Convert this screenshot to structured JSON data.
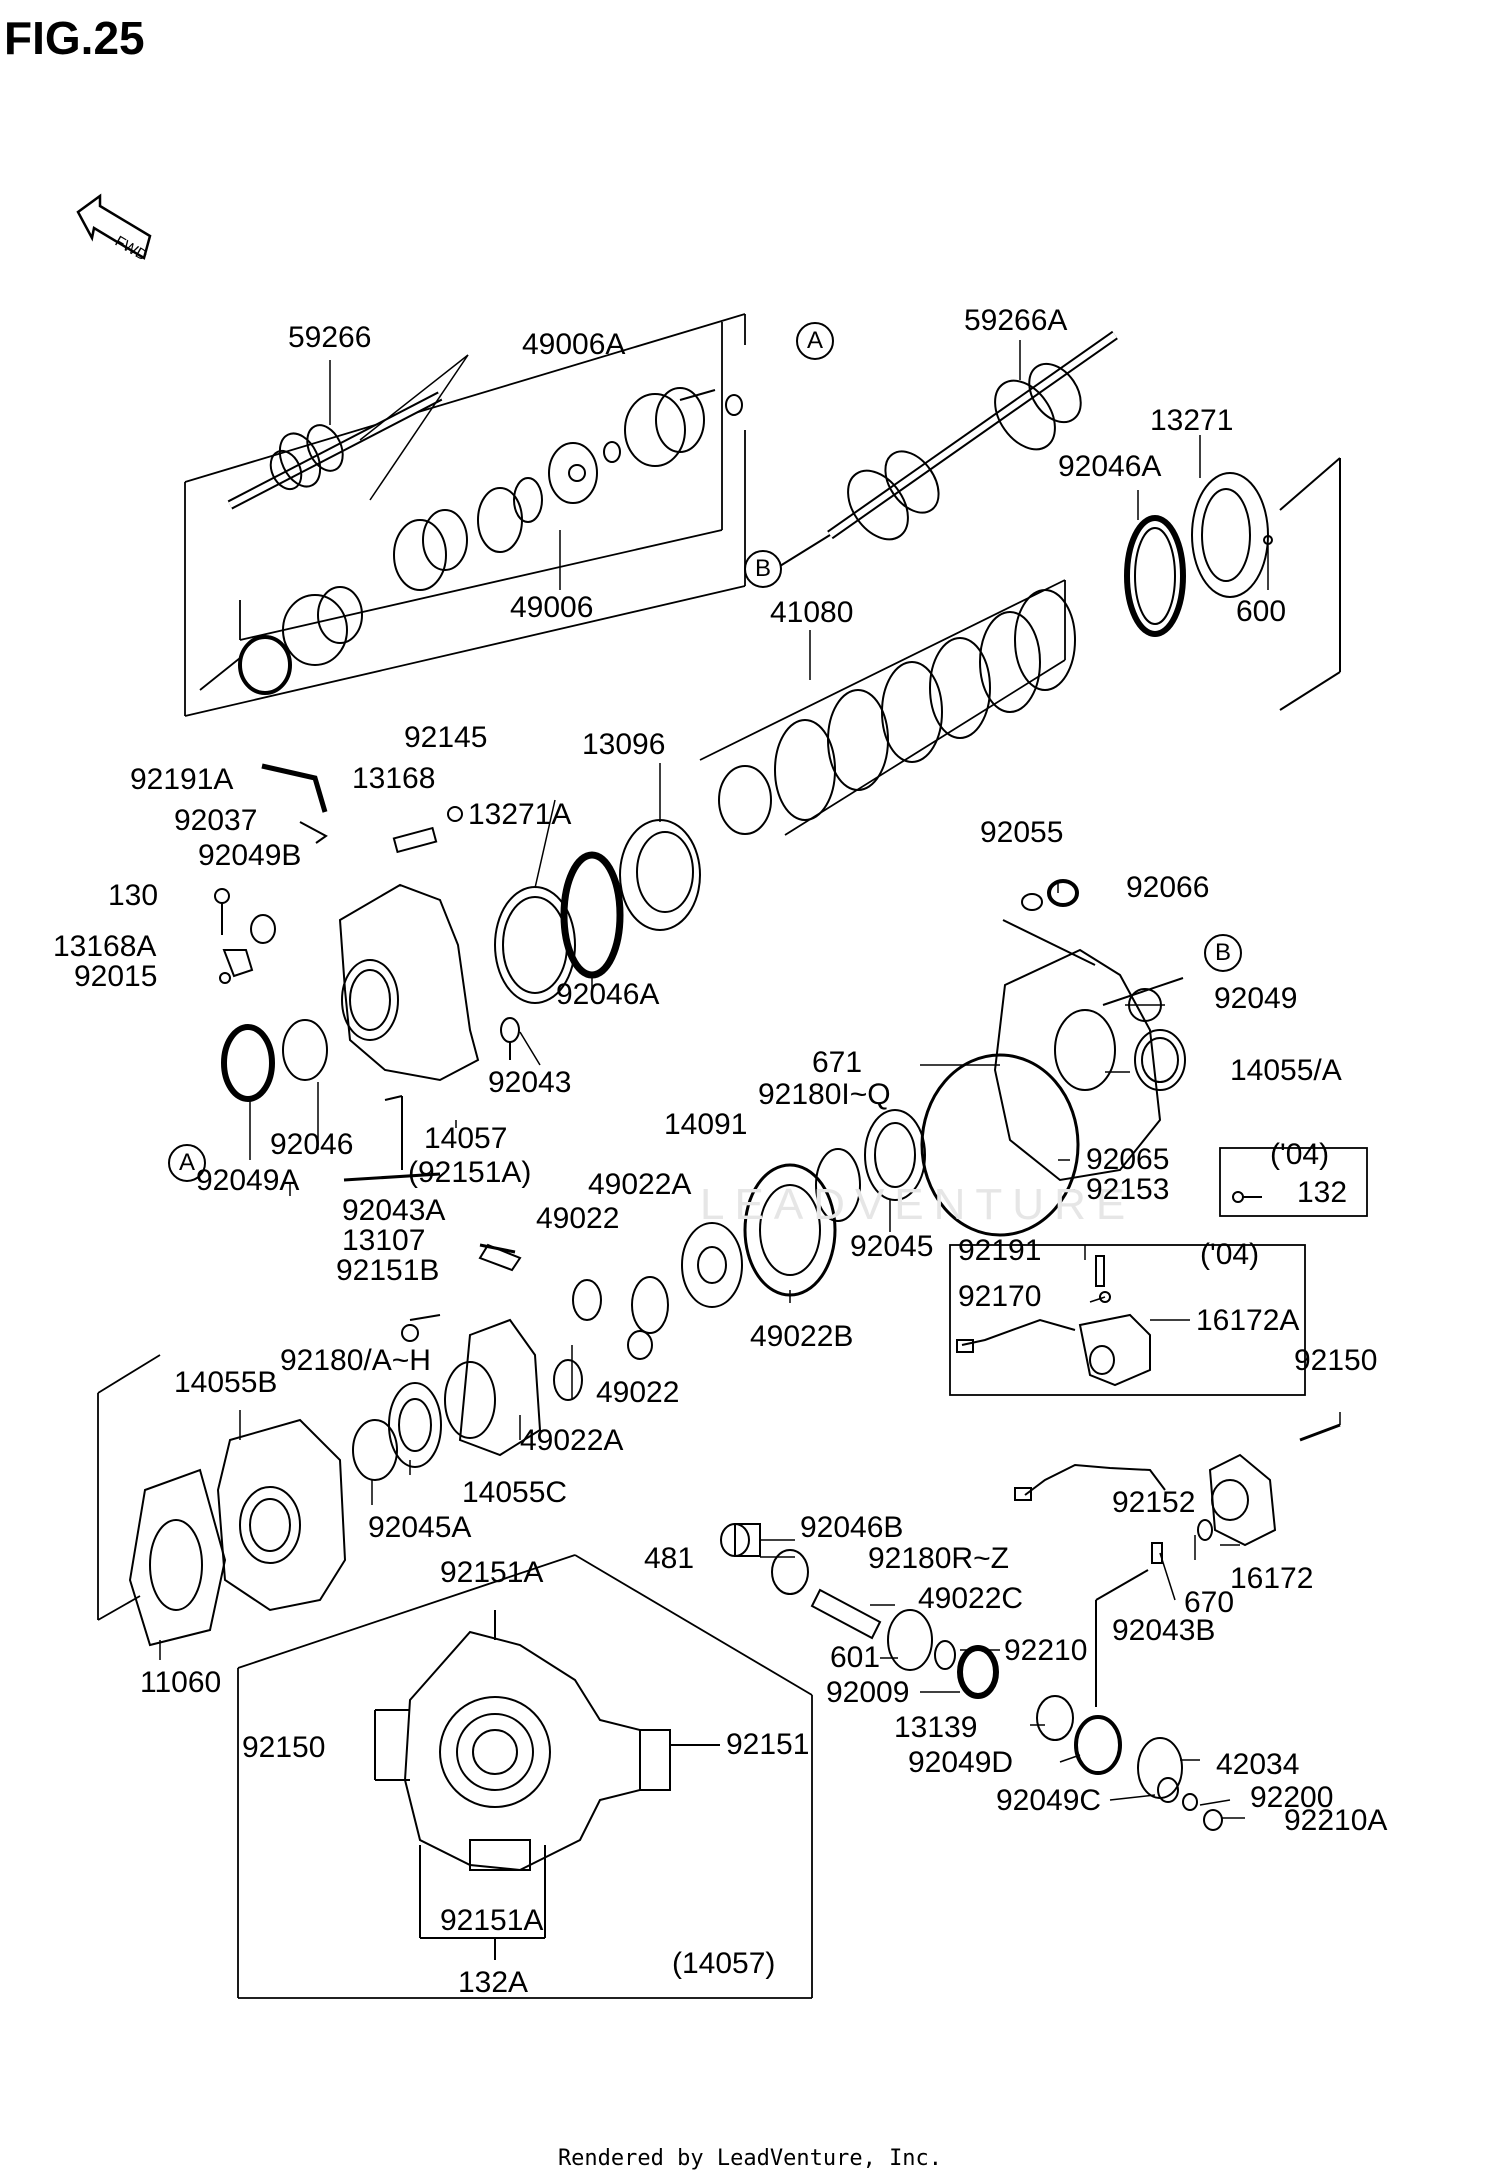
{
  "figure": {
    "title": "FIG.25",
    "fwd_label": "FWD",
    "footer": "Rendered by LeadVenture, Inc.",
    "watermark": "LEADVENTURE"
  },
  "callouts": {
    "a": "A",
    "b": "B"
  },
  "labels": [
    {
      "id": "59266",
      "text": "59266"
    },
    {
      "id": "49006A",
      "text": "49006A"
    },
    {
      "id": "49006",
      "text": "49006"
    },
    {
      "id": "59266A",
      "text": "59266A"
    },
    {
      "id": "13271",
      "text": "13271"
    },
    {
      "id": "92046A_top",
      "text": "92046A"
    },
    {
      "id": "600",
      "text": "600"
    },
    {
      "id": "41080",
      "text": "41080"
    },
    {
      "id": "92191A",
      "text": "92191A"
    },
    {
      "id": "92145",
      "text": "92145"
    },
    {
      "id": "13168",
      "text": "13168"
    },
    {
      "id": "13096",
      "text": "13096"
    },
    {
      "id": "92037",
      "text": "92037"
    },
    {
      "id": "13271A",
      "text": "13271A"
    },
    {
      "id": "92049B",
      "text": "92049B"
    },
    {
      "id": "130",
      "text": "130"
    },
    {
      "id": "13168A",
      "text": "13168A"
    },
    {
      "id": "92015",
      "text": "92015"
    },
    {
      "id": "92046A_mid",
      "text": "92046A"
    },
    {
      "id": "92055",
      "text": "92055"
    },
    {
      "id": "92066",
      "text": "92066"
    },
    {
      "id": "92049",
      "text": "92049"
    },
    {
      "id": "671",
      "text": "671"
    },
    {
      "id": "92180IQ",
      "text": "92180I~Q"
    },
    {
      "id": "14055A",
      "text": "14055/A"
    },
    {
      "id": "92043",
      "text": "92043"
    },
    {
      "id": "14057",
      "text": "14057"
    },
    {
      "id": "92046",
      "text": "92046"
    },
    {
      "id": "92049A",
      "text": "92049A"
    },
    {
      "id": "92151A_paren",
      "text": "(92151A)"
    },
    {
      "id": "14091",
      "text": "14091"
    },
    {
      "id": "92065",
      "text": "92065"
    },
    {
      "id": "04a",
      "text": "('04)"
    },
    {
      "id": "92153",
      "text": "92153"
    },
    {
      "id": "132",
      "text": "132"
    },
    {
      "id": "92043A",
      "text": "92043A"
    },
    {
      "id": "49022A_top",
      "text": "49022A"
    },
    {
      "id": "13107",
      "text": "13107"
    },
    {
      "id": "49022_top",
      "text": "49022"
    },
    {
      "id": "92151B",
      "text": "92151B"
    },
    {
      "id": "92045",
      "text": "92045"
    },
    {
      "id": "92191",
      "text": "92191"
    },
    {
      "id": "04b",
      "text": "('04)"
    },
    {
      "id": "92170",
      "text": "92170"
    },
    {
      "id": "16172A",
      "text": "16172A"
    },
    {
      "id": "49022B",
      "text": "49022B"
    },
    {
      "id": "92180AH",
      "text": "92180/A~H"
    },
    {
      "id": "14055B",
      "text": "14055B"
    },
    {
      "id": "49022_mid",
      "text": "49022"
    },
    {
      "id": "92150_right",
      "text": "92150"
    },
    {
      "id": "49022A_bot",
      "text": "49022A"
    },
    {
      "id": "14055C",
      "text": "14055C"
    },
    {
      "id": "92152",
      "text": "92152"
    },
    {
      "id": "92045A",
      "text": "92045A"
    },
    {
      "id": "92046B",
      "text": "92046B"
    },
    {
      "id": "481",
      "text": "481"
    },
    {
      "id": "92180RZ",
      "text": "92180R~Z"
    },
    {
      "id": "92151A_top",
      "text": "92151A"
    },
    {
      "id": "49022C",
      "text": "49022C"
    },
    {
      "id": "16172",
      "text": "16172"
    },
    {
      "id": "670",
      "text": "670"
    },
    {
      "id": "92043B",
      "text": "92043B"
    },
    {
      "id": "11060",
      "text": "11060"
    },
    {
      "id": "601",
      "text": "601"
    },
    {
      "id": "92210",
      "text": "92210"
    },
    {
      "id": "92009",
      "text": "92009"
    },
    {
      "id": "13139",
      "text": "13139"
    },
    {
      "id": "92150_left",
      "text": "92150"
    },
    {
      "id": "92151",
      "text": "92151"
    },
    {
      "id": "42034",
      "text": "42034"
    },
    {
      "id": "92049D",
      "text": "92049D"
    },
    {
      "id": "92200",
      "text": "92200"
    },
    {
      "id": "92049C",
      "text": "92049C"
    },
    {
      "id": "92210A",
      "text": "92210A"
    },
    {
      "id": "92151A_bot",
      "text": "92151A"
    },
    {
      "id": "14057_paren",
      "text": "(14057)"
    },
    {
      "id": "132A",
      "text": "132A"
    }
  ]
}
